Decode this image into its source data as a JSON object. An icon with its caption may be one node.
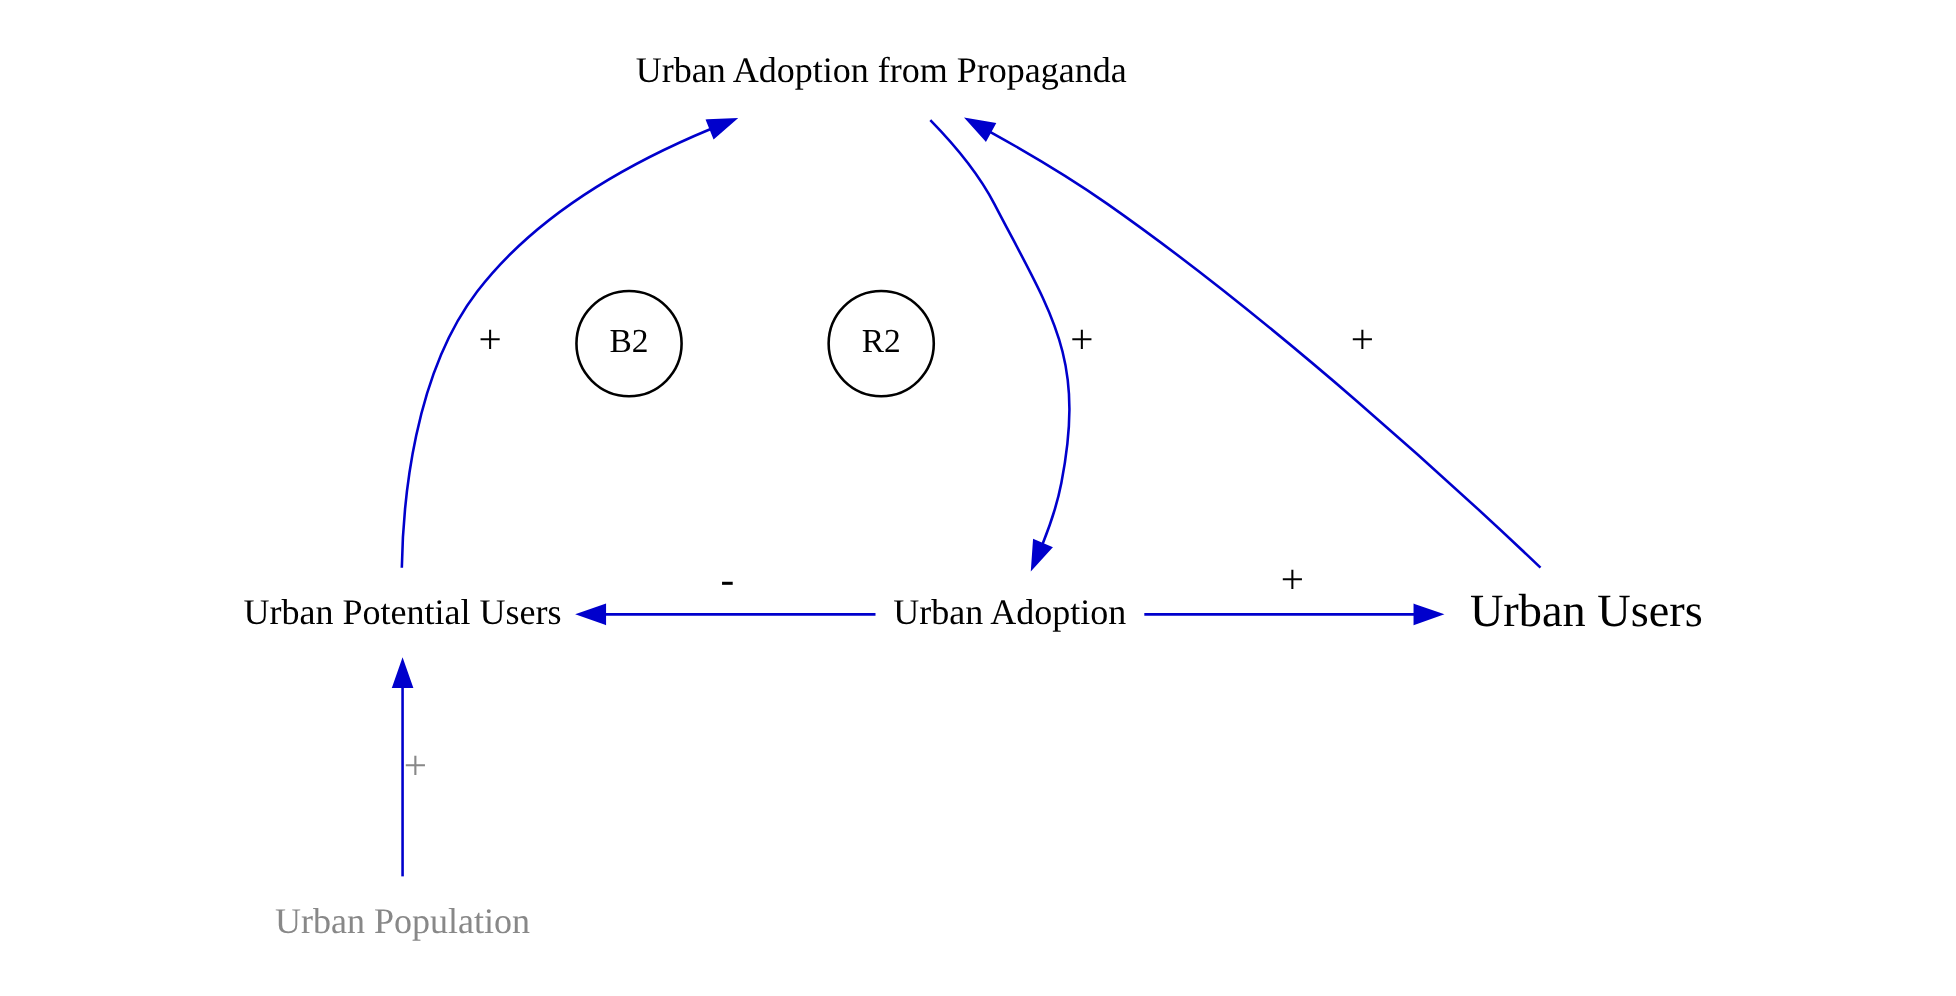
{
  "diagram": {
    "nodes": [
      {
        "text": [
          "Urban Adoption from Propaganda"
        ]
      },
      {
        "text": [
          "Urban Potential Users"
        ]
      },
      {
        "text": [
          "Urban Adoption"
        ]
      },
      {
        "text": [
          "Urban Users"
        ]
      },
      {
        "text": [
          "Urban Population"
        ]
      }
    ],
    "edges": [
      {
        "from": 1,
        "to": 0,
        "arrow": "to",
        "label": "+"
      },
      {
        "from": 0,
        "to": 2,
        "arrow": "to",
        "label": "+"
      },
      {
        "from": 2,
        "to": 1,
        "arrow": "to",
        "label": "-"
      },
      {
        "from": 2,
        "to": 3,
        "arrow": "to",
        "label": "+"
      },
      {
        "from": 3,
        "to": 0,
        "arrow": "to",
        "label": "+"
      },
      {
        "from": 4,
        "to": 1,
        "arrow": "to",
        "label": "+"
      }
    ],
    "labels": [
      "R2",
      "B2"
    ]
  }
}
